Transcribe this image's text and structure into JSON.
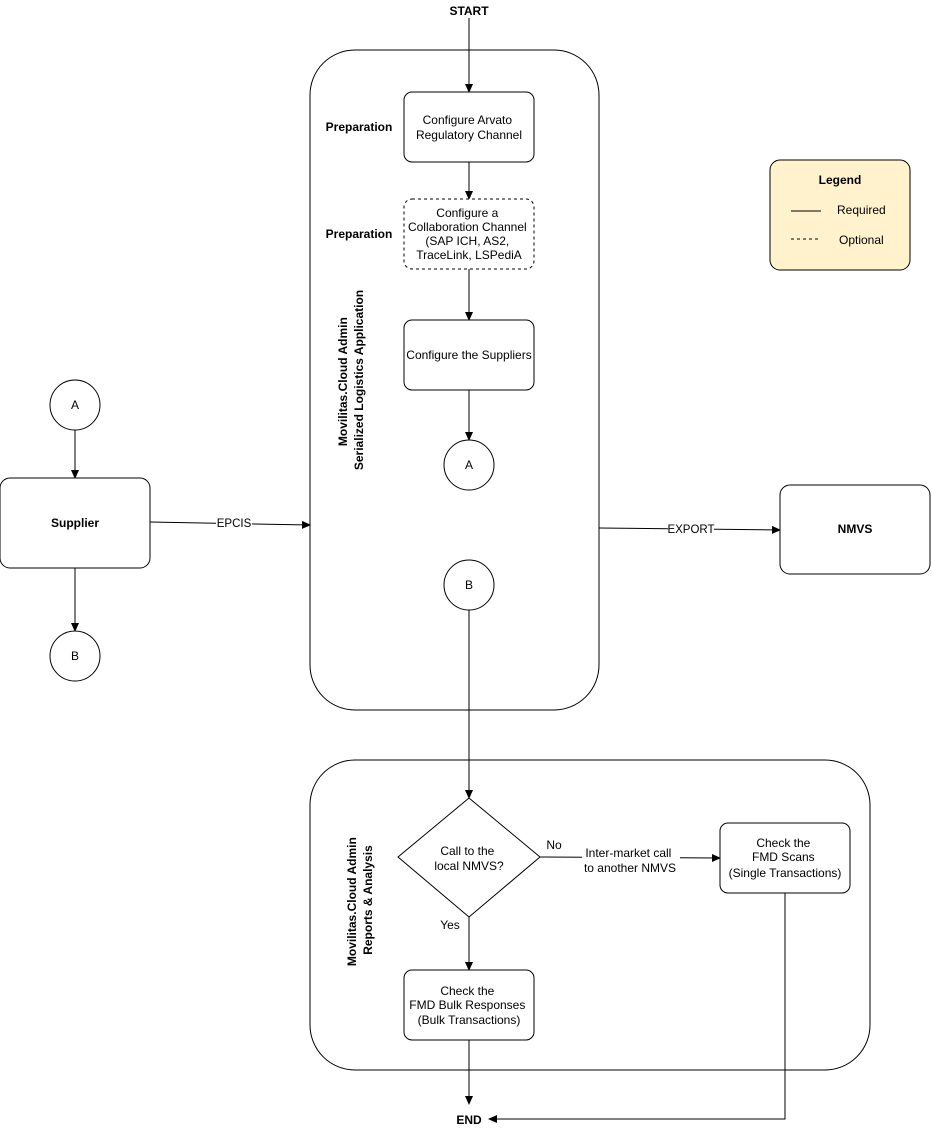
{
  "terminals": {
    "start": "START",
    "end": "END"
  },
  "containers": {
    "serialized_logistics": [
      "Movilitas.Cloud Admin",
      "Serialized Logistics Application"
    ],
    "reports_analysis": [
      "Movilitas.Cloud Admin",
      "Reports & Analysis"
    ]
  },
  "row_labels": {
    "preparation_1": "Preparation",
    "preparation_2": "Preparation"
  },
  "nodes": {
    "configure_arvato": [
      "Configure Arvato",
      "Regulatory Channel"
    ],
    "configure_collab": [
      "Configure a",
      "Collaboration Channel",
      "(SAP ICH, AS2,",
      "TraceLink, LSPediA"
    ],
    "configure_suppliers": "Configure the Suppliers",
    "connector_a": "A",
    "connector_b": "B",
    "supplier": "Supplier",
    "nmvs": "NMVS",
    "decision": [
      "Call to the",
      "local NMVS?"
    ],
    "bulk_responses": [
      "Check the",
      "FMD Bulk Responses",
      "(Bulk Transactions)"
    ],
    "fmd_scans": [
      "Check the",
      "FMD Scans",
      "(Single Transactions)"
    ]
  },
  "edges": {
    "epcis": "EPCIS",
    "export": "EXPORT",
    "no": "No",
    "yes": "Yes",
    "inter_market": [
      "Inter-market call",
      "to another NMVS"
    ]
  },
  "legend": {
    "title": "Legend",
    "required": "Required",
    "optional": "Optional",
    "fill": "#FFF2CC"
  }
}
